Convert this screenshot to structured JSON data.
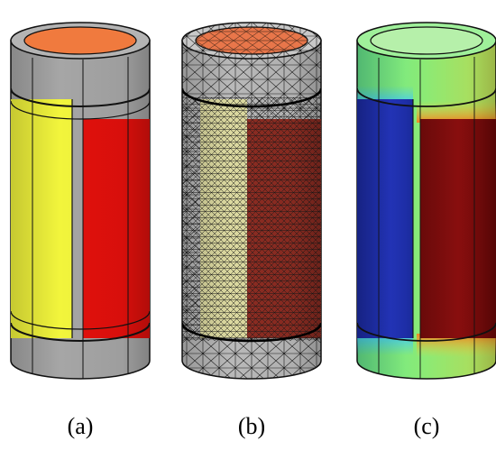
{
  "figure": {
    "panels": [
      {
        "id": "a",
        "caption": "(a)",
        "style": "geometry"
      },
      {
        "id": "b",
        "caption": "(b)",
        "style": "mesh"
      },
      {
        "id": "c",
        "caption": "(c)",
        "style": "field"
      }
    ],
    "colors": {
      "geometry_body": "#a6a6a6",
      "geometry_top": "#f07a3e",
      "geometry_left_electrode": "#f2f53c",
      "geometry_right_electrode": "#e3100c",
      "mesh_line": "#1a1a1a",
      "mesh_body": "#b9b9b9",
      "mesh_top": "#e8764a",
      "mesh_left_electrode": "#dcd9a0",
      "mesh_right_electrode": "#8c2c22",
      "field_body": "#7fe87a",
      "field_top": "#b6f0aa",
      "field_left_electrode": "#1f2fb0",
      "field_right_electrode": "#8a0d0d"
    }
  }
}
